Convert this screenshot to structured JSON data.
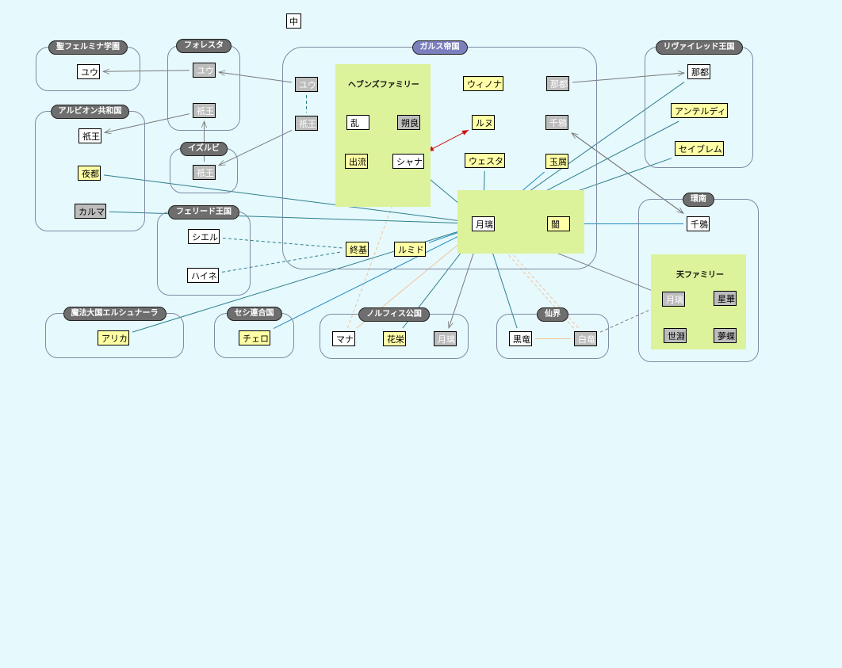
{
  "view": {
    "zoom_mark": "中"
  },
  "colors": {
    "background": "#e6f9fd",
    "group_border": "#7f8aa3",
    "family_fill": "#dcf29b",
    "node_white": "#ffffff",
    "node_yellow": "#ffffa6",
    "node_gray": "#bdbdbd",
    "link_teal": "#2e7f8c",
    "link_blue": "#1f8ac0",
    "link_gray": "#7a7a7a",
    "link_orange": "#f2c49a",
    "link_red": "#d01010",
    "link_purple": "#6a1f55"
  },
  "groups": [
    {
      "id": "seifelmina",
      "label": "聖フェルミナ学園"
    },
    {
      "id": "foresta",
      "label": "フォレスタ"
    },
    {
      "id": "gals",
      "label": "ガルス帝国"
    },
    {
      "id": "rivired",
      "label": "リヴァイレッド王国"
    },
    {
      "id": "albion",
      "label": "アルビオン共和国"
    },
    {
      "id": "izurubi",
      "label": "イズルビ"
    },
    {
      "id": "ferido",
      "label": "フェリード王国"
    },
    {
      "id": "kannan",
      "label": "環南"
    },
    {
      "id": "elshunara",
      "label": "魔法大国エルシュナーラ"
    },
    {
      "id": "seshi",
      "label": "セシ連合国"
    },
    {
      "id": "norfis",
      "label": "ノルフィス公国"
    },
    {
      "id": "senkai",
      "label": "仙界"
    }
  ],
  "families": [
    {
      "id": "heavens",
      "label": "ヘブンズファミリー"
    },
    {
      "id": "gekkou_area",
      "label": ""
    },
    {
      "id": "ten",
      "label": "天ファミリー"
    }
  ],
  "nodes": [
    {
      "id": "yuu_sf",
      "label": "ユウ",
      "style": "white"
    },
    {
      "id": "yuu_fo",
      "label": "ユウ",
      "style": "gray"
    },
    {
      "id": "gion_fo",
      "label": "祇王",
      "style": "gray"
    },
    {
      "id": "yuu_ga",
      "label": "ユウ",
      "style": "gray"
    },
    {
      "id": "gion_ga",
      "label": "祇王",
      "style": "gray"
    },
    {
      "id": "gion_al",
      "label": "祇王",
      "style": "white"
    },
    {
      "id": "yato",
      "label": "夜都",
      "style": "yellow"
    },
    {
      "id": "karuma",
      "label": "カルマ",
      "style": "gray-dark"
    },
    {
      "id": "gion_iz",
      "label": "祇王",
      "style": "gray"
    },
    {
      "id": "ran",
      "label": "乱",
      "style": "white"
    },
    {
      "id": "sakura",
      "label": "朔良",
      "style": "gray-dark"
    },
    {
      "id": "izuru",
      "label": "出流",
      "style": "yellow"
    },
    {
      "id": "shana",
      "label": "シャナ",
      "style": "white"
    },
    {
      "id": "winona",
      "label": "ウィノナ",
      "style": "yellow"
    },
    {
      "id": "runu",
      "label": "ルヌ",
      "style": "yellow"
    },
    {
      "id": "westa",
      "label": "ウェスタ",
      "style": "yellow"
    },
    {
      "id": "nato_ga",
      "label": "那都",
      "style": "gray"
    },
    {
      "id": "chiya_ga",
      "label": "千鴉",
      "style": "gray"
    },
    {
      "id": "gyokusetsu",
      "label": "玉屑",
      "style": "yellow"
    },
    {
      "id": "gekkou",
      "label": "月璃",
      "style": "white"
    },
    {
      "id": "yami",
      "label": "闇",
      "style": "yellow"
    },
    {
      "id": "shuki",
      "label": "終基",
      "style": "yellow"
    },
    {
      "id": "rumido",
      "label": "ルミド",
      "style": "yellow"
    },
    {
      "id": "nato_ri",
      "label": "那都",
      "style": "white"
    },
    {
      "id": "anteldi",
      "label": "アンテルディ",
      "style": "yellow"
    },
    {
      "id": "seiburemu",
      "label": "セイブレム",
      "style": "yellow"
    },
    {
      "id": "chiya_ka",
      "label": "千鴉",
      "style": "white"
    },
    {
      "id": "gekkou_ten",
      "label": "月璃",
      "style": "gray"
    },
    {
      "id": "seika",
      "label": "星華",
      "style": "gray-dark"
    },
    {
      "id": "seien",
      "label": "世淵",
      "style": "gray-dark"
    },
    {
      "id": "mucho",
      "label": "夢蝶",
      "style": "gray-dark"
    },
    {
      "id": "shieru",
      "label": "シエル",
      "style": "white"
    },
    {
      "id": "haine",
      "label": "ハイネ",
      "style": "white"
    },
    {
      "id": "arika",
      "label": "アリカ",
      "style": "yellow"
    },
    {
      "id": "chero",
      "label": "チェロ",
      "style": "yellow"
    },
    {
      "id": "mana",
      "label": "マナ",
      "style": "white"
    },
    {
      "id": "kaei",
      "label": "花栄",
      "style": "yellow"
    },
    {
      "id": "gekkou_no",
      "label": "月璃",
      "style": "gray"
    },
    {
      "id": "kokuryu",
      "label": "黒竜",
      "style": "white"
    },
    {
      "id": "hakuryu",
      "label": "白竜",
      "style": "gray"
    }
  ],
  "links": [
    {
      "from": "yuu_fo",
      "to": "yuu_sf",
      "type": "arrow",
      "color": "gray"
    },
    {
      "from": "yuu_ga",
      "to": "yuu_fo",
      "type": "arrow",
      "color": "gray"
    },
    {
      "from": "yuu_ga",
      "to": "gion_ga",
      "type": "dashed",
      "color": "teal"
    },
    {
      "from": "gion_fo",
      "to": "gion_al",
      "type": "arrow",
      "color": "gray"
    },
    {
      "from": "gion_iz",
      "to": "gion_fo",
      "type": "arrow",
      "color": "gray"
    },
    {
      "from": "gion_ga",
      "to": "gion_iz",
      "type": "arrow",
      "color": "gray"
    },
    {
      "from": "shana",
      "to": "runu",
      "type": "double-arrow",
      "color": "red"
    },
    {
      "from": "gekkou",
      "to": "yami",
      "type": "arrow",
      "color": "red"
    },
    {
      "from": "yami",
      "to": "chiya_ka",
      "type": "line",
      "color": "purple"
    },
    {
      "from": "nato_ga",
      "to": "nato_ri",
      "type": "arrow",
      "color": "gray"
    },
    {
      "from": "chiya_ka",
      "to": "chiya_ga",
      "type": "arrow",
      "color": "gray"
    },
    {
      "from": "chiya_ga",
      "to": "chiya_ka",
      "type": "arrow",
      "color": "gray"
    },
    {
      "from": "gekkou_ten",
      "to": "gekkou",
      "type": "arrow",
      "color": "gray"
    },
    {
      "from": "gekkou",
      "to": "gekkou_no",
      "type": "arrow",
      "color": "gray"
    },
    {
      "from": "hakuryu",
      "to": "gekkou_ten",
      "type": "dashed-arrow",
      "color": "gray"
    },
    {
      "from": "hakuryu",
      "to": "gekkou",
      "type": "double-dashed",
      "color": "orange"
    },
    {
      "from": "kokuryu",
      "to": "hakuryu",
      "type": "line",
      "color": "orange"
    },
    {
      "from": "shieru",
      "to": "shuki",
      "type": "dashed",
      "color": "teal"
    },
    {
      "from": "haine",
      "to": "shuki",
      "type": "dashed",
      "color": "teal"
    },
    {
      "from": "mana",
      "to": "shana",
      "type": "dashed",
      "color": "orange"
    }
  ]
}
